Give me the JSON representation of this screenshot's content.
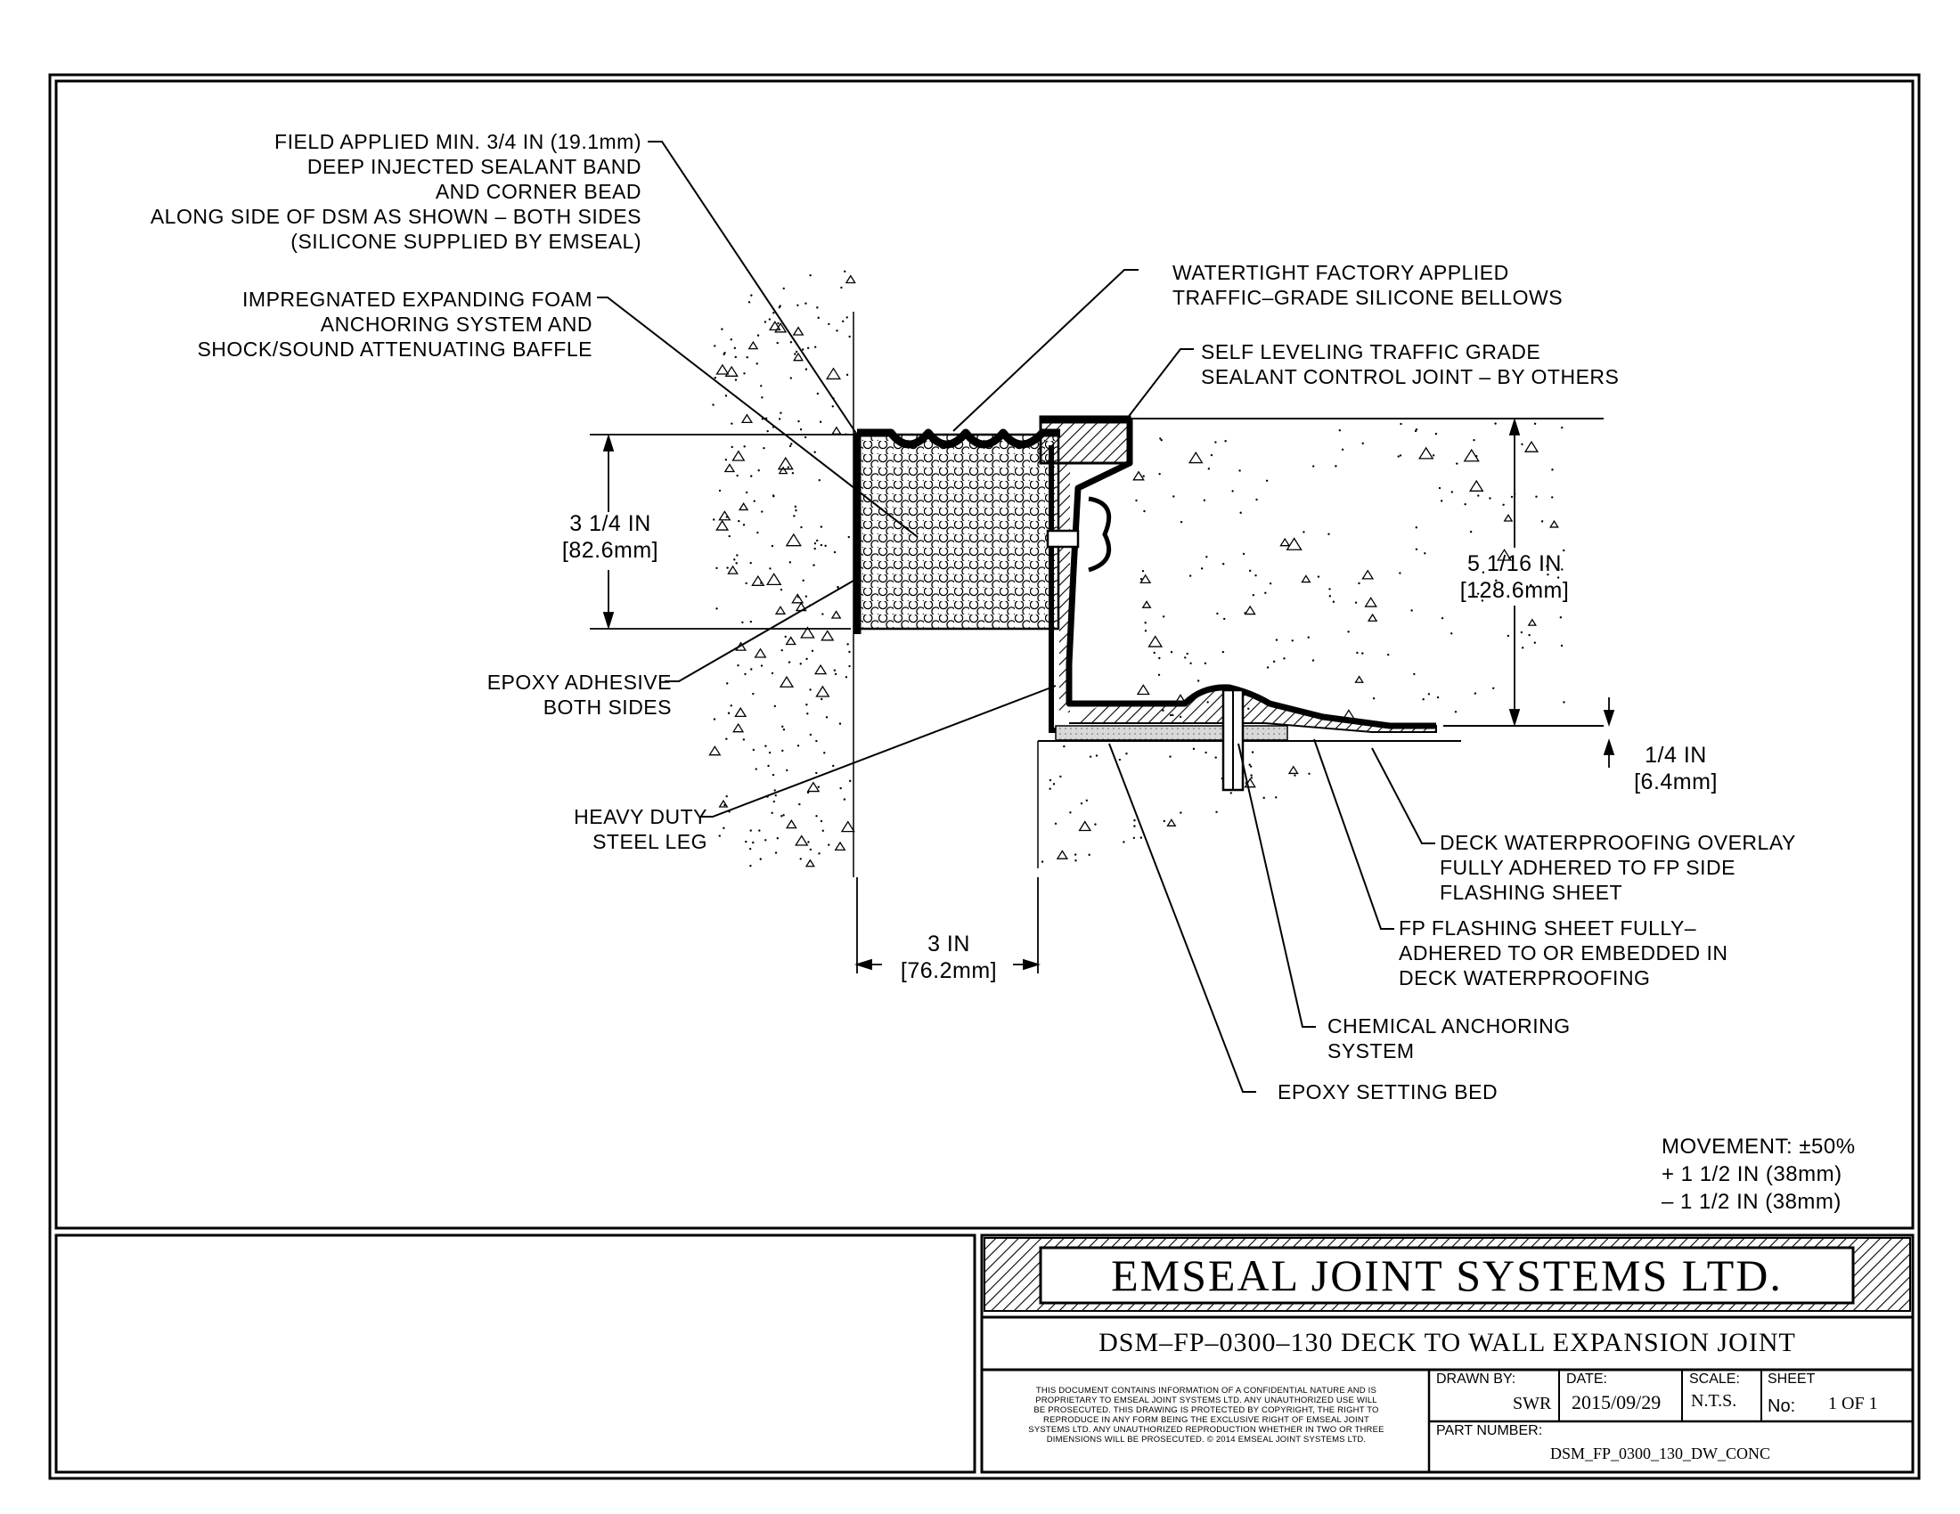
{
  "callouts": {
    "sealant_band": [
      "FIELD APPLIED MIN. 3/4 IN (19.1mm)",
      "DEEP INJECTED SEALANT BAND",
      "AND CORNER BEAD",
      "ALONG SIDE OF DSM AS SHOWN – BOTH SIDES",
      "(SILICONE SUPPLIED BY EMSEAL)"
    ],
    "foam": [
      "IMPREGNATED EXPANDING FOAM",
      "ANCHORING SYSTEM AND",
      "SHOCK/SOUND ATTENUATING BAFFLE"
    ],
    "bellows": [
      "WATERTIGHT FACTORY APPLIED",
      "TRAFFIC–GRADE SILICONE BELLOWS"
    ],
    "control_joint": [
      "SELF LEVELING TRAFFIC GRADE",
      "SEALANT CONTROL JOINT – BY OTHERS"
    ],
    "epoxy_adhesive": [
      "EPOXY ADHESIVE",
      "BOTH SIDES"
    ],
    "steel_leg": [
      "HEAVY DUTY",
      "STEEL LEG"
    ],
    "deck_overlay": [
      "DECK WATERPROOFING OVERLAY",
      "FULLY ADHERED TO FP SIDE",
      "FLASHING SHEET"
    ],
    "fp_flashing": [
      "FP FLASHING SHEET FULLY–",
      "ADHERED TO OR EMBEDDED IN",
      "DECK WATERPROOFING"
    ],
    "chemical_anchoring": [
      "CHEMICAL ANCHORING",
      "SYSTEM"
    ],
    "epoxy_bed": [
      "EPOXY SETTING BED"
    ]
  },
  "dimensions": {
    "left_depth": [
      "3 1/4 IN",
      "[82.6mm]"
    ],
    "right_depth": [
      "5 1/16 IN",
      "[128.6mm]"
    ],
    "step": [
      "1/4 IN",
      "[6.4mm]"
    ],
    "width": [
      "3 IN",
      "[76.2mm]"
    ]
  },
  "movement": [
    "MOVEMENT: ±50%",
    "+ 1 1/2 IN (38mm)",
    "– 1 1/2 IN (38mm)"
  ],
  "title_block": {
    "company": "EMSEAL JOINT SYSTEMS LTD.",
    "drawing_title": "DSM–FP–0300–130 DECK TO WALL EXPANSION JOINT",
    "disclaimer": [
      "THIS DOCUMENT CONTAINS INFORMATION OF A CONFIDENTIAL NATURE AND IS",
      "PROPRIETARY TO EMSEAL JOINT SYSTEMS LTD. ANY UNAUTHORIZED USE WILL",
      "BE PROSECUTED. THIS DRAWING IS PROTECTED BY COPYRIGHT, THE RIGHT TO",
      "REPRODUCE IN ANY FORM BEING THE EXCLUSIVE RIGHT OF EMSEAL JOINT",
      "SYSTEMS LTD. ANY UNAUTHORIZED REPRODUCTION WHETHER IN TWO OR THREE",
      "DIMENSIONS WILL BE PROSECUTED. © 2014 EMSEAL JOINT SYSTEMS LTD."
    ],
    "drawn_by_label": "DRAWN BY:",
    "drawn_by": "SWR",
    "date_label": "DATE:",
    "date": "2015/09/29",
    "scale_label": "SCALE:",
    "scale": "N.T.S.",
    "sheet_label": "SHEET",
    "sheet_no_label": "No:",
    "sheet_no": "1 OF 1",
    "part_number_label": "PART NUMBER:",
    "part_number": "DSM_FP_0300_130_DW_CONC"
  }
}
